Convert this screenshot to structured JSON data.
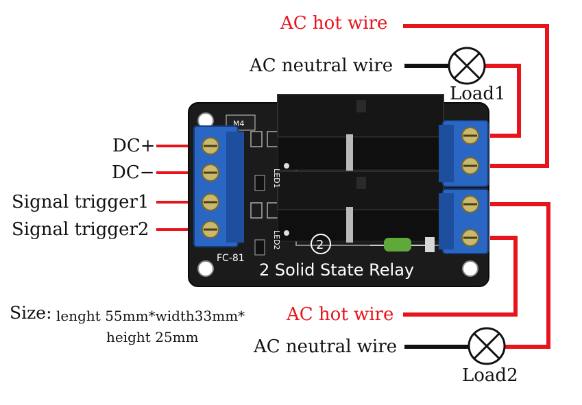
{
  "wiring": {
    "relay1": {
      "hot_label": "AC  hot wire",
      "neutral_label": "AC neutral wire",
      "load_label": "Load1"
    },
    "relay2": {
      "hot_label": "AC hot wire",
      "neutral_label": "AC neutral wire",
      "load_label": "Load2"
    }
  },
  "input_pins": [
    {
      "label": "DC+"
    },
    {
      "label": "DC−"
    },
    {
      "label": "Signal trigger1"
    },
    {
      "label": "Signal trigger2"
    }
  ],
  "size": {
    "prefix": "Size:",
    "line1": "lenght 55mm*width33mm*",
    "line2": "height 25mm"
  },
  "board": {
    "title": "2 Solid State Relay",
    "model": "FC-81",
    "led1": "LED1",
    "led2": "LED2",
    "fuse_code": "M4"
  },
  "colors": {
    "hot_wire": "#e8141b",
    "neutral_wire": "#111111",
    "pcb": "#1b1b1b",
    "terminal": "#2a66c4"
  }
}
